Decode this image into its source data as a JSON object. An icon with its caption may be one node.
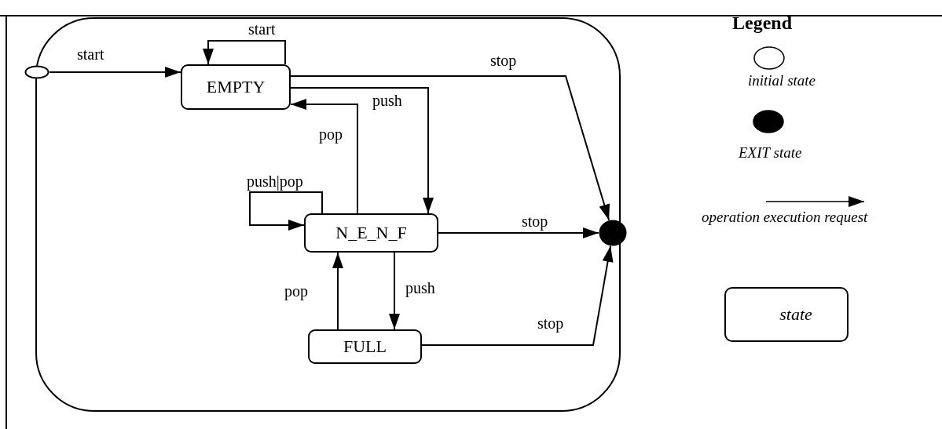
{
  "diagram": {
    "nodes": [
      {
        "text": [],
        "shape": "box"
      },
      {
        "text": [],
        "shape": "circle"
      },
      {
        "text": [
          "EMPTY"
        ],
        "in": 0
      },
      {
        "text": [
          "N_E_N_F"
        ],
        "in": 0
      },
      {
        "text": [
          "FULL"
        ],
        "in": 0
      },
      {
        "text": [],
        "shape": "circle"
      }
    ],
    "edges": [
      {
        "from": 1,
        "to": 2,
        "arrow": "to",
        "label": "start"
      },
      {
        "from": 2,
        "to": 2,
        "arrow": "to",
        "label": "start"
      },
      {
        "from": 2,
        "to": 5,
        "arrow": "to",
        "label": "stop"
      },
      {
        "from": 2,
        "to": 3,
        "arrow": "to",
        "label": "push"
      },
      {
        "from": 3,
        "to": 2,
        "arrow": "to",
        "label": "pop"
      },
      {
        "from": 3,
        "to": 3,
        "arrow": "to",
        "label": "push|pop"
      },
      {
        "from": 3,
        "to": 5,
        "arrow": "to",
        "label": "stop"
      },
      {
        "from": 3,
        "to": 4,
        "arrow": "to",
        "label": "push"
      },
      {
        "from": 4,
        "to": 3,
        "arrow": "to",
        "label": "pop"
      },
      {
        "from": 4,
        "to": 5,
        "arrow": "to",
        "label": "stop"
      }
    ],
    "labels": [
      "Legend"
    ],
    "legend": [
      {
        "text": "initial state"
      },
      {
        "text": "EXIT state"
      },
      {
        "text": "operation execution request"
      },
      {
        "text": "state"
      }
    ]
  }
}
